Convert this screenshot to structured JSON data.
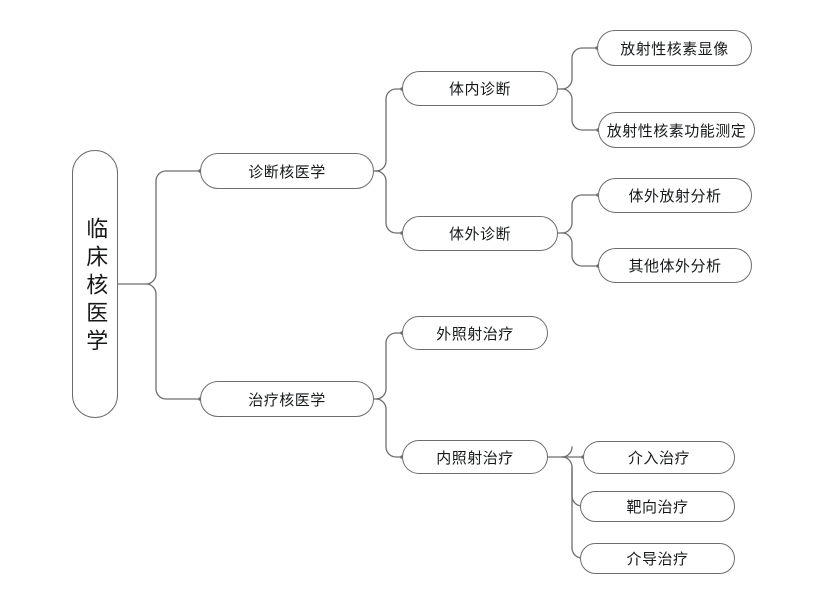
{
  "diagram": {
    "title": "临床核医学",
    "type": "tree",
    "orientation": "left-to-right",
    "line_color": "#6d6d6d",
    "node_fill": "#ffffff",
    "text_color": "#16181a",
    "nodes": {
      "root": {
        "label": "临床核医学"
      },
      "l1": [
        {
          "id": "diagnostic",
          "label": "诊断核医学"
        },
        {
          "id": "therapeutic",
          "label": "治疗核医学"
        }
      ],
      "l2": [
        {
          "id": "invivo",
          "label": "体内诊断",
          "parent": "diagnostic"
        },
        {
          "id": "invitro",
          "label": "体外诊断",
          "parent": "diagnostic"
        },
        {
          "id": "external",
          "label": "外照射治疗",
          "parent": "therapeutic"
        },
        {
          "id": "internal",
          "label": "内照射治疗",
          "parent": "therapeutic"
        }
      ],
      "l3": [
        {
          "id": "imaging",
          "label": "放射性核素显像",
          "parent": "invivo"
        },
        {
          "id": "function",
          "label": "放射性核素功能测定",
          "parent": "invivo"
        },
        {
          "id": "ria",
          "label": "体外放射分析",
          "parent": "invitro"
        },
        {
          "id": "other",
          "label": "其他体外分析",
          "parent": "invitro"
        },
        {
          "id": "intervention",
          "label": "介入治疗",
          "parent": "internal"
        },
        {
          "id": "targeted",
          "label": "靶向治疗",
          "parent": "internal"
        },
        {
          "id": "guided",
          "label": "介导治疗",
          "parent": "internal"
        }
      ]
    }
  }
}
